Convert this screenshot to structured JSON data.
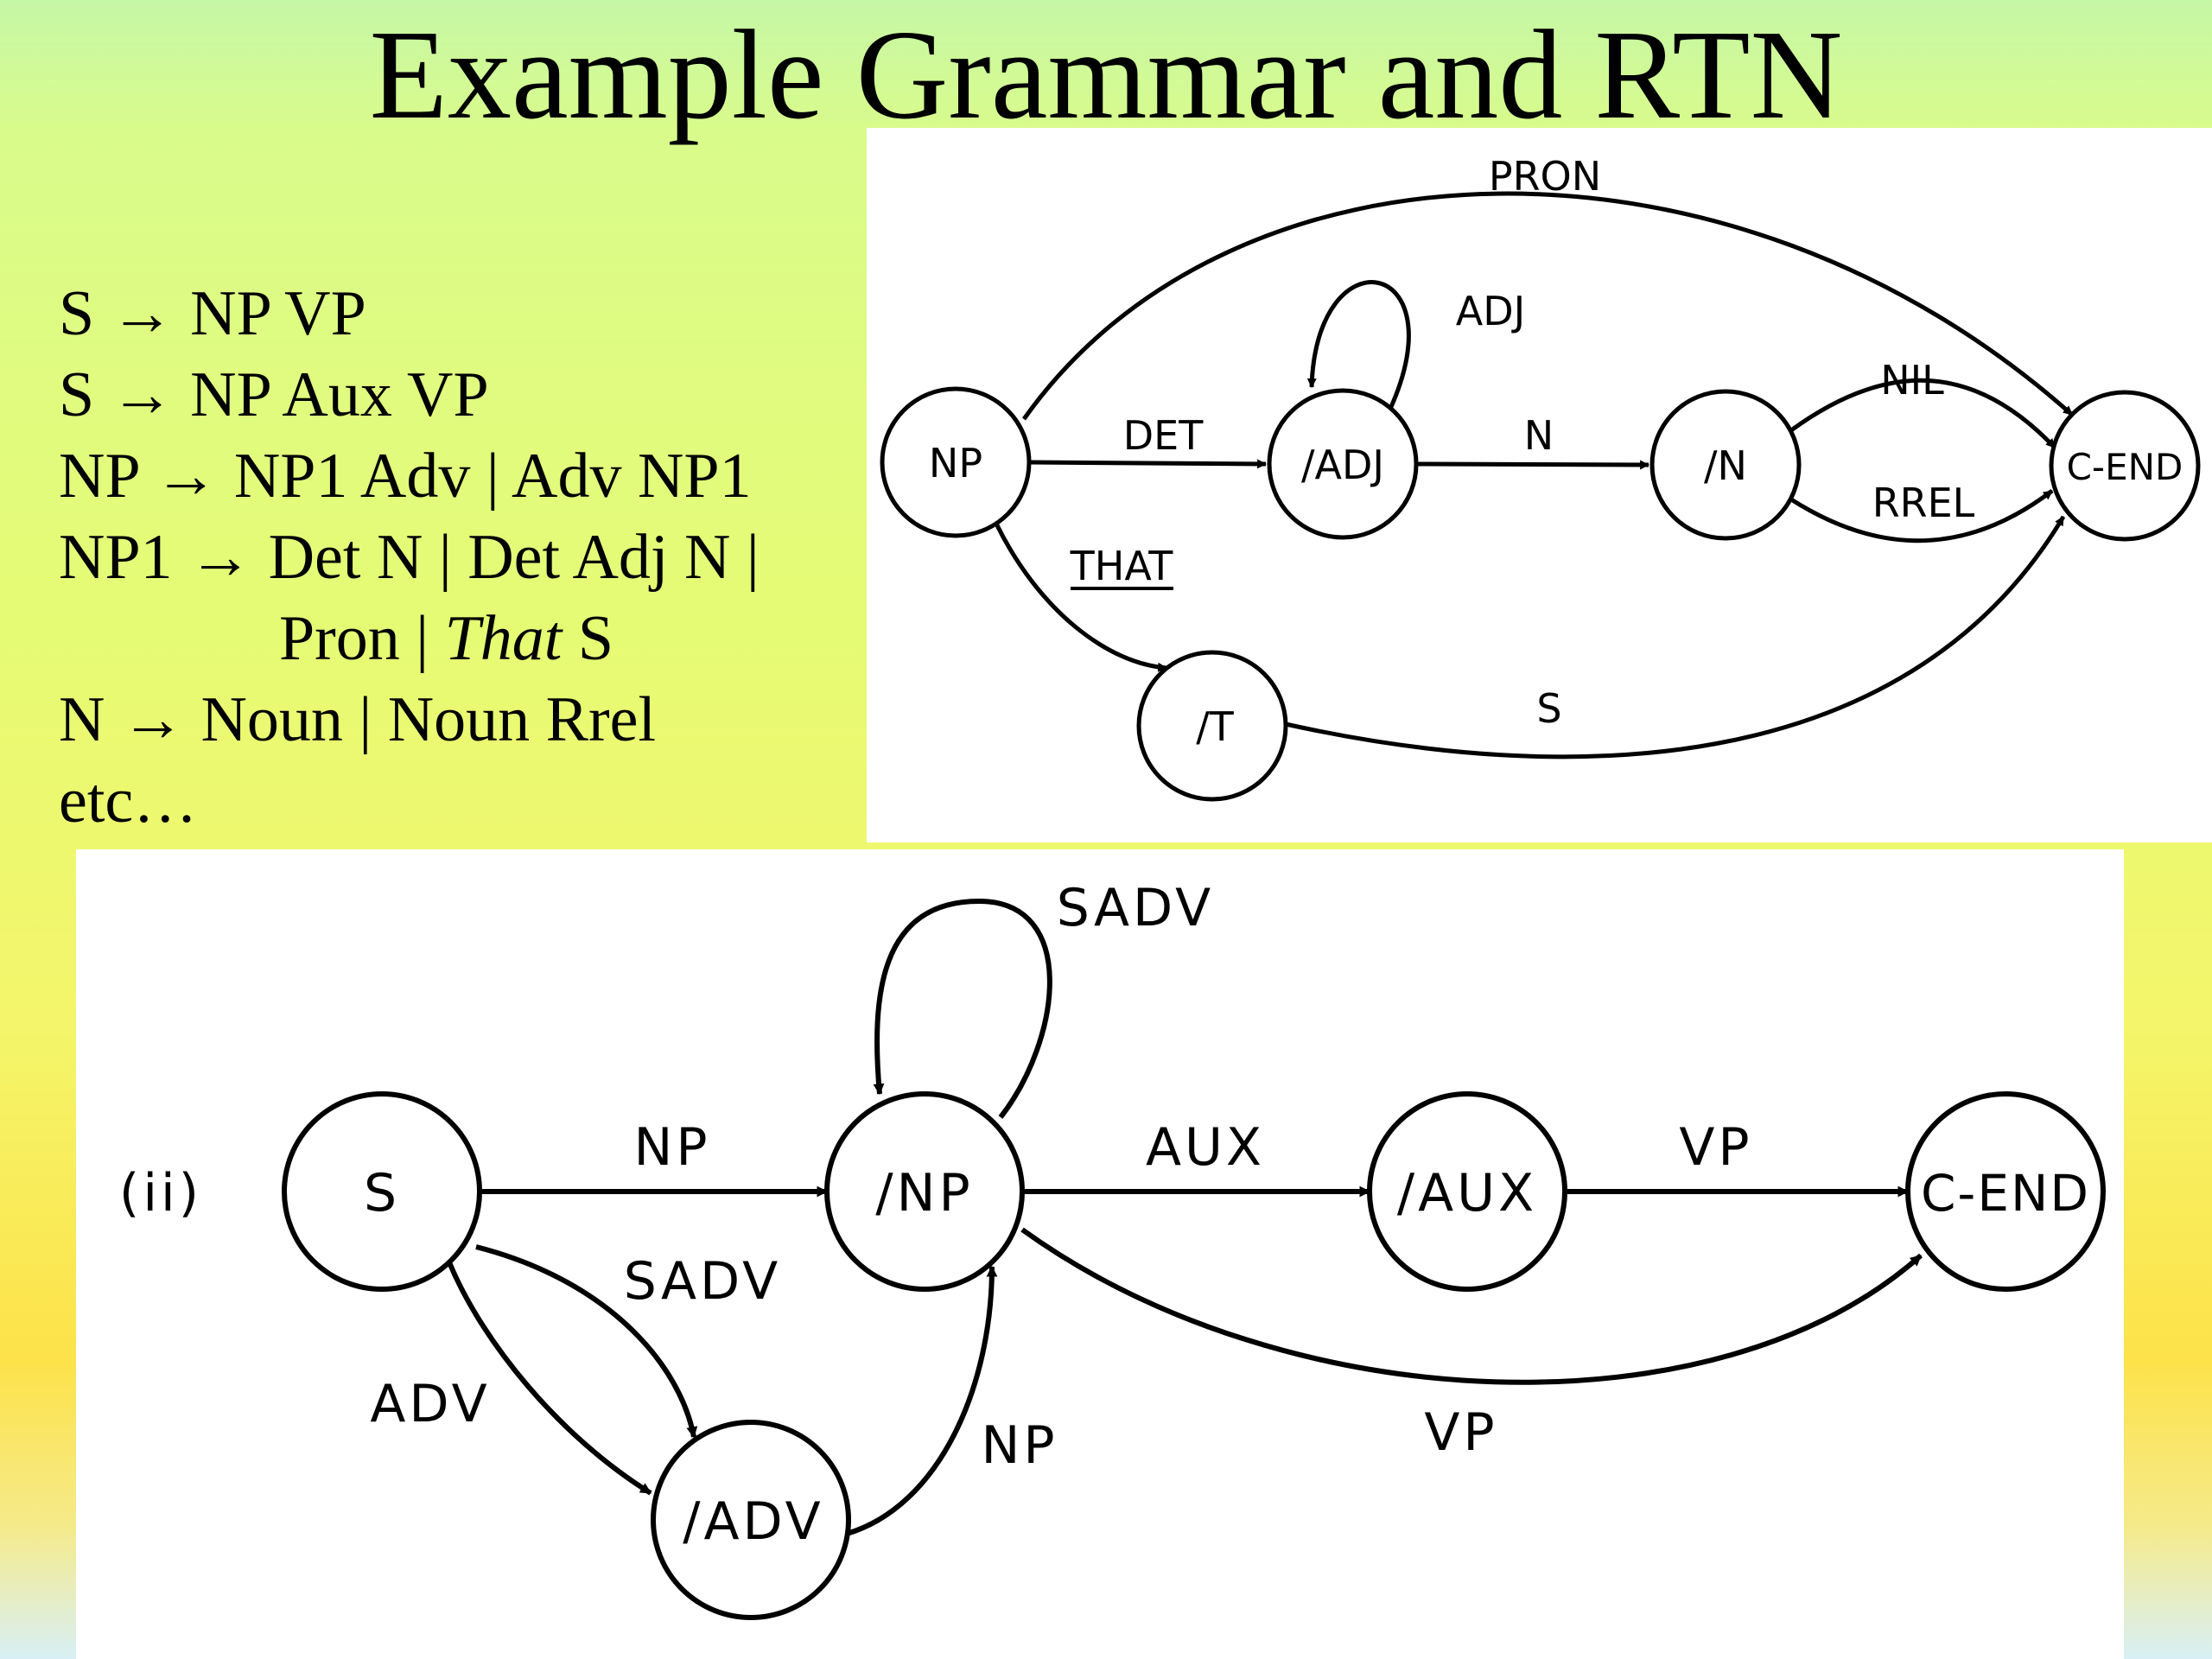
{
  "slide": {
    "title": "Example Grammar and RTN"
  },
  "grammar": {
    "r1": {
      "lhs": "S",
      "arrow": "→",
      "rhs": "NP VP"
    },
    "r2": {
      "lhs": "S",
      "arrow": "→",
      "rhs": "NP Aux VP"
    },
    "r3": {
      "lhs": "NP",
      "arrow": "→",
      "rhs": "NP1 Adv | Adv NP1"
    },
    "r4": {
      "lhs": "NP1",
      "arrow": "→",
      "rhs": "Det N | Det Adj N |"
    },
    "r4b": {
      "a": "Pron | ",
      "b": "That",
      "c": " S"
    },
    "r5": {
      "lhs": "N",
      "arrow": "→",
      "rhs": "Noun | Noun Rrel"
    },
    "r6": {
      "text": "etc…"
    }
  },
  "np_network": {
    "nodes": {
      "np": "NP",
      "adj": "/ADJ",
      "n": "/N",
      "cend": "C-END",
      "t": "/T"
    },
    "arcs": {
      "pron": "PRON",
      "adj_loop": "ADJ",
      "det": "DET",
      "n": "N",
      "nil": "NIL",
      "rrel": "RREL",
      "that": "THAT",
      "s": "S"
    }
  },
  "s_network": {
    "marker": "(ii)",
    "nodes": {
      "s": "S",
      "np": "/NP",
      "aux": "/AUX",
      "cend": "C-END",
      "adv": "/ADV"
    },
    "arcs": {
      "sadv_loop": "SADV",
      "np_top": "NP",
      "aux": "AUX",
      "vp_top": "VP",
      "sadv": "SADV",
      "adv": "ADV",
      "np_bottom": "NP",
      "vp_bottom": "VP"
    }
  }
}
